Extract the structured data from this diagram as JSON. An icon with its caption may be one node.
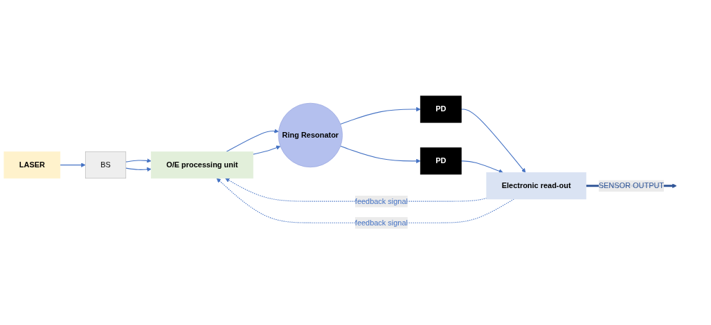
{
  "diagram": {
    "nodes": [
      {
        "text": [
          "LASER"
        ]
      },
      {
        "text": [
          "BS"
        ]
      },
      {
        "text": [
          "O/E processing unit"
        ]
      },
      {
        "text": [
          "Ring Resonator"
        ]
      },
      {
        "text": [
          "PD"
        ]
      },
      {
        "text": [
          "PD"
        ]
      },
      {
        "text": [
          "Electronic read-out"
        ]
      }
    ],
    "edges": [
      {
        "from": 0,
        "to": 1,
        "arrow": "to"
      },
      {
        "from": 1,
        "to": 2,
        "arrow": "to"
      },
      {
        "from": 1,
        "to": 2,
        "arrow": "to"
      },
      {
        "from": 2,
        "to": 3,
        "arrow": "to"
      },
      {
        "from": 2,
        "to": 3,
        "arrow": "to"
      },
      {
        "from": 3,
        "to": 4,
        "arrow": "to"
      },
      {
        "from": 3,
        "to": 5,
        "arrow": "to"
      },
      {
        "from": 4,
        "to": 6,
        "arrow": "to"
      },
      {
        "from": 5,
        "to": 6,
        "arrow": "to"
      },
      {
        "from": 6,
        "to": 2,
        "arrow": "to",
        "style": "dashed",
        "label": "feedback signal"
      },
      {
        "from": 6,
        "to": 2,
        "arrow": "to",
        "style": "dashed",
        "label": "feedback signal"
      },
      {
        "from": 6,
        "to": null,
        "arrow": "to",
        "style": "thick",
        "color": "#2f5597",
        "label": "SENSOR OUTPUT"
      }
    ]
  }
}
